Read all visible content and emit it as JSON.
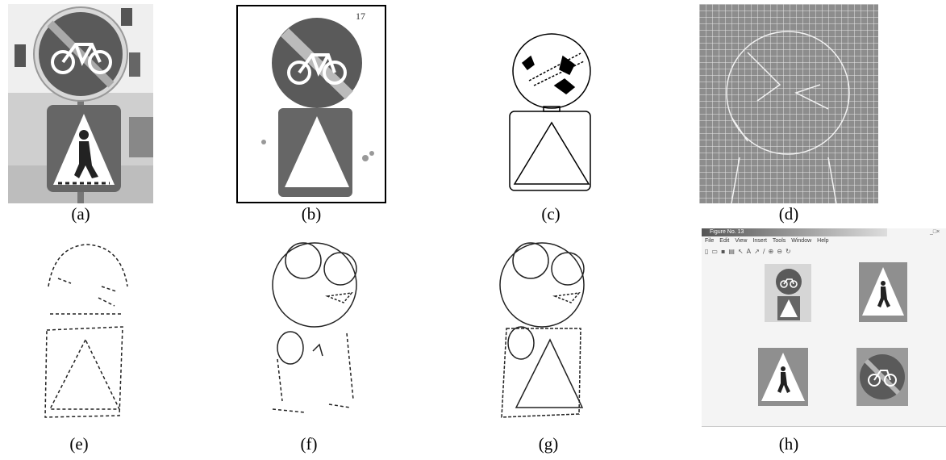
{
  "captions": {
    "a": "(a)",
    "b": "(b)",
    "c": "(c)",
    "d": "(d)",
    "e": "(e)",
    "f": "(f)",
    "g": "(g)",
    "h": "(h)"
  },
  "figure_window": {
    "title": "Figure No. 13",
    "menu": [
      "File",
      "Edit",
      "View",
      "Insert",
      "Tools",
      "Window",
      "Help"
    ]
  },
  "colors": {
    "sign_blue": "#5a5a5a",
    "sign_red": "#6e6e6e",
    "gray_bg": "#9a9a9a"
  }
}
